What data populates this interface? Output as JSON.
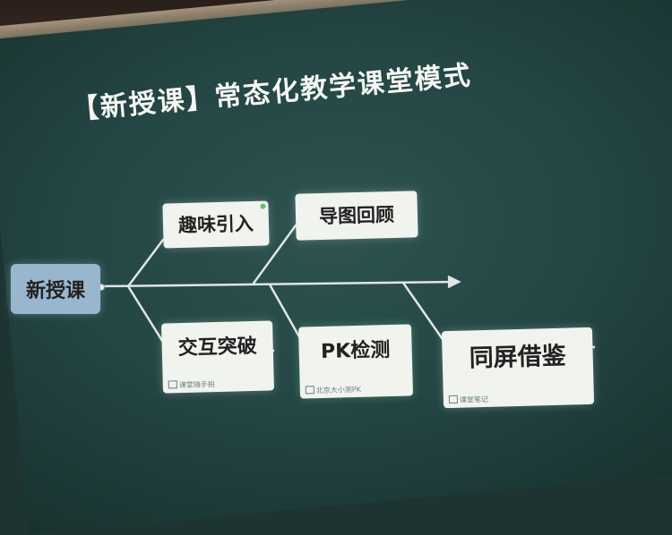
{
  "slide": {
    "title": "【新授课】常态化教学课堂模式",
    "root": "新授课",
    "branches": [
      {
        "label": "趣味引入",
        "note": ""
      },
      {
        "label": "导图回顾",
        "note": ""
      },
      {
        "label": "交互突破",
        "note": "课堂随手拍"
      },
      {
        "label": "PK检测",
        "note": "北京大小测PK"
      },
      {
        "label": "同屏借鉴",
        "note": "课堂笔记"
      }
    ]
  },
  "colors": {
    "board": "#244644",
    "node": "#f1f3ee",
    "root_node": "#9ab6cf",
    "connector": "#dfe6e4"
  }
}
